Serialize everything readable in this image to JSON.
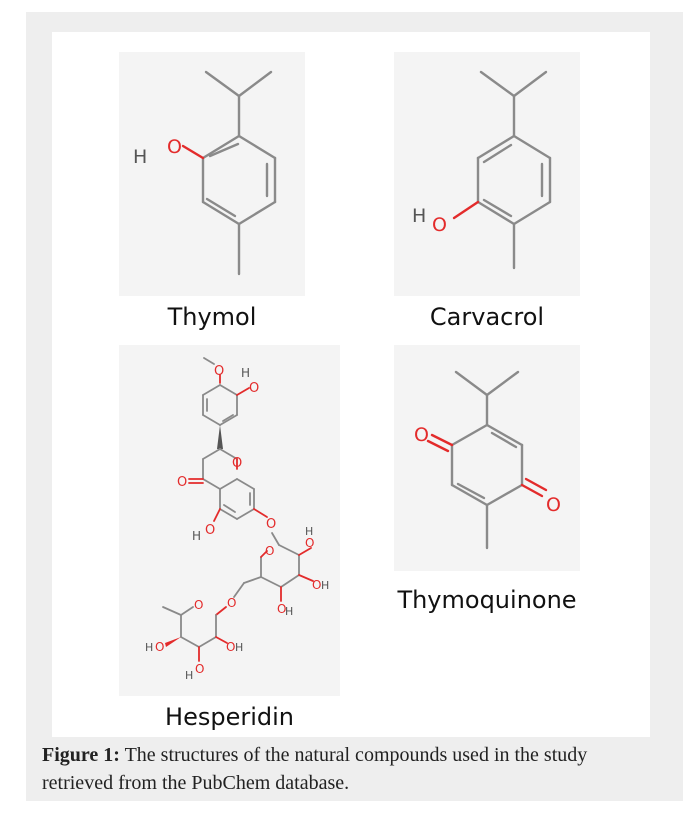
{
  "figure": {
    "compounds": [
      {
        "name": "Thymol"
      },
      {
        "name": "Carvacrol"
      },
      {
        "name": "Hesperidin"
      },
      {
        "name": "Thymoquinone"
      }
    ],
    "caption_label": "Figure 1:",
    "caption_text": " The structures of the natural compounds used in the study retrieved from the PubChem database.",
    "atoms": {
      "oxygen": "O",
      "hydrogen": "H"
    },
    "colors": {
      "oxygen": "#e32b2b",
      "bond": "#8a8a8a",
      "panel": "#f4f4f4",
      "frame": "#eeeeee"
    }
  }
}
